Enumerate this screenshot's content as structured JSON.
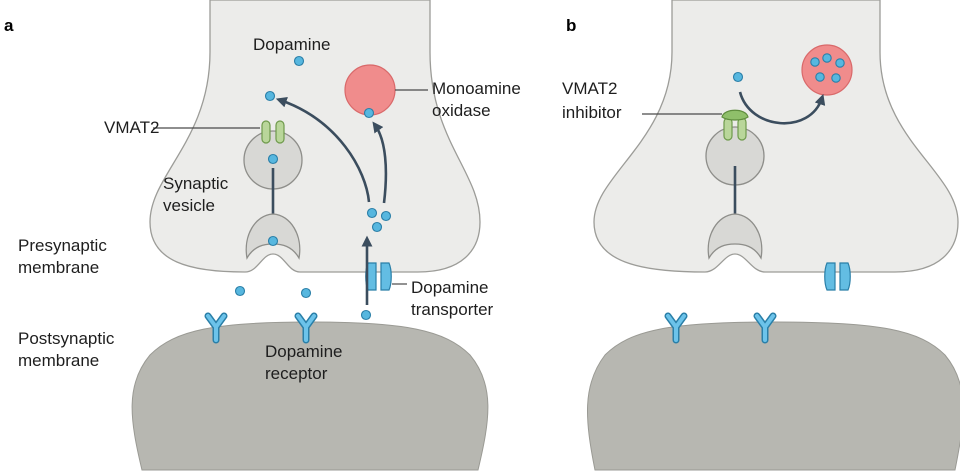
{
  "panels": {
    "a": {
      "panel_label": "a",
      "labels": {
        "dopamine": "Dopamine",
        "monoamine_oxidase_line1": "Monoamine",
        "monoamine_oxidase_line2": "oxidase",
        "vmat2": "VMAT2",
        "synaptic_vesicle_line1": "Synaptic",
        "synaptic_vesicle_line2": "vesicle",
        "presynaptic_line1": "Presynaptic",
        "presynaptic_line2": "membrane",
        "dopamine_transporter_line1": "Dopamine",
        "dopamine_transporter_line2": "transporter",
        "postsynaptic_line1": "Postsynaptic",
        "postsynaptic_line2": "membrane",
        "dopamine_receptor_line1": "Dopamine",
        "dopamine_receptor_line2": "receptor"
      }
    },
    "b": {
      "panel_label": "b",
      "labels": {
        "vmat2_inhibitor_line1": "VMAT2",
        "vmat2_inhibitor_line2": "inhibitor"
      }
    }
  },
  "colors": {
    "dopamine": "#57b7df",
    "monoamine_oxidase": "#f08c8c",
    "vmat2": "#b9d69a",
    "vmat2_inhibitor": "#8fbf6a",
    "presynaptic_terminal": "#ececea",
    "postsynaptic_cell": "#b7b7b1",
    "arrow": "#3b4d5e"
  }
}
